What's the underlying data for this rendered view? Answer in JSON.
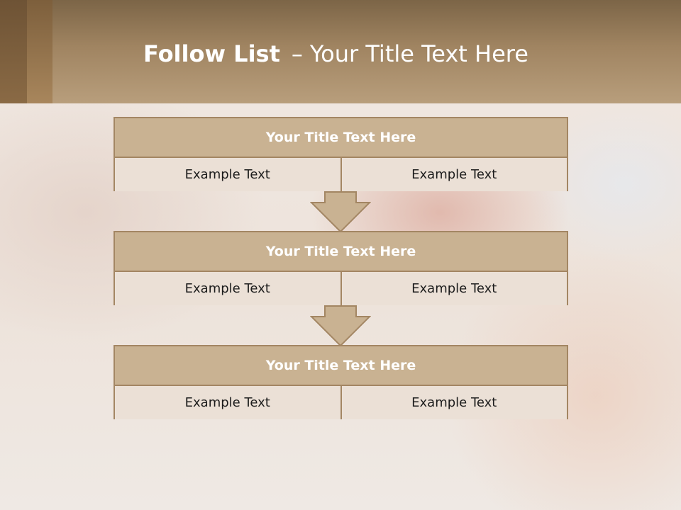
{
  "slide": {
    "title_bold": "Follow List",
    "title_dash": "–",
    "title_rest": "Your Title Text Here"
  },
  "blocks": [
    {
      "title": "Your Title Text Here",
      "left": "Example Text",
      "right": "Example Text"
    },
    {
      "title": "Your Title Text Here",
      "left": "Example Text",
      "right": "Example Text"
    },
    {
      "title": "Your Title Text Here",
      "left": "Example Text",
      "right": "Example Text"
    }
  ],
  "colors": {
    "header": "#a08461",
    "block_title_fill": "#c9b292",
    "cell_fill": "#ebe0d6",
    "border": "#a38663",
    "arrow_fill": "#c9b292"
  }
}
